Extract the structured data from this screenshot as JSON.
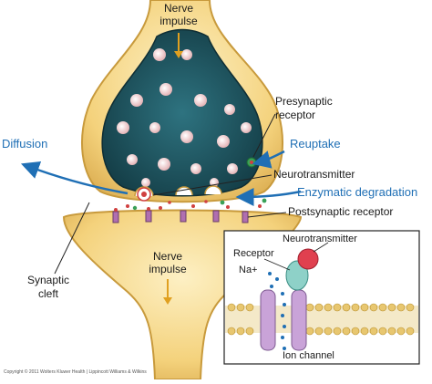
{
  "labels": {
    "nerve_impulse_top": "Nerve impulse",
    "presynaptic_receptor": "Presynaptic receptor",
    "diffusion": "Diffusion",
    "reuptake": "Reuptake",
    "neurotransmitter": "Neurotransmitter",
    "enzymatic_degradation": "Enzymatic degradation",
    "postsynaptic_receptor": "Postsynaptic receptor",
    "nerve_impulse_bottom": "Nerve impulse",
    "synaptic_cleft": "Synaptic cleft"
  },
  "inset": {
    "neurotransmitter": "Neurotransmitter",
    "receptor": "Receptor",
    "na_plus": "Na+",
    "ion_channel": "Ion channel"
  },
  "copyright": "Copyright © 2011 Wolters Kluwer Health | Lippincott Williams & Wilkins",
  "colors": {
    "neuron_fill": "#f6d78a",
    "neuron_stroke": "#c89a3c",
    "vesicle_area": "#1e5660",
    "vesicle": "#f2c9c9",
    "arrow_blue": "#1f6fb5",
    "label_blue": "#1f6fb5",
    "impulse_arrow": "#e0a020"
  }
}
